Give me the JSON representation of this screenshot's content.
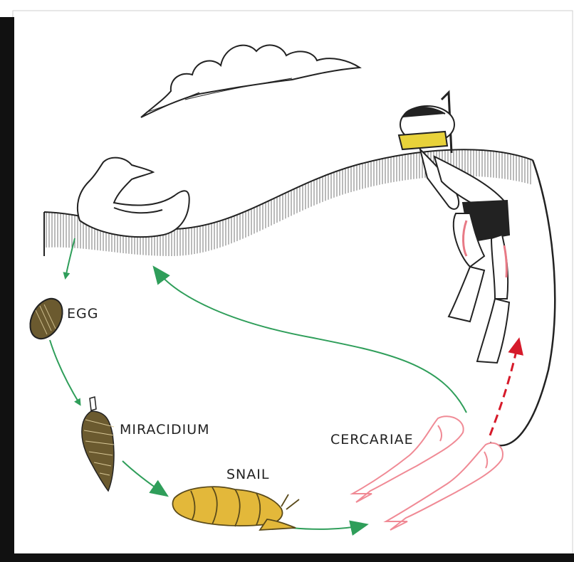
{
  "stages": {
    "egg": "EGG",
    "miracidium": "MIRACIDIUM",
    "snail": "SNAIL",
    "cercariae": "CERCARIAE"
  },
  "colors": {
    "background": "#ffffff",
    "border_shadow": "#111111",
    "arrow_green": "#2f9e5a",
    "arrow_red": "#d61a2a",
    "cercariae_pink": "#f08a95",
    "snail_yellow": "#e3b83a",
    "egg_brown": "#6b5a2f",
    "mask_yellow": "#e8d23a"
  },
  "illustrations": [
    "cloud",
    "water-surface",
    "duck",
    "swimmer",
    "egg",
    "miracidium",
    "snail",
    "cercariae"
  ]
}
